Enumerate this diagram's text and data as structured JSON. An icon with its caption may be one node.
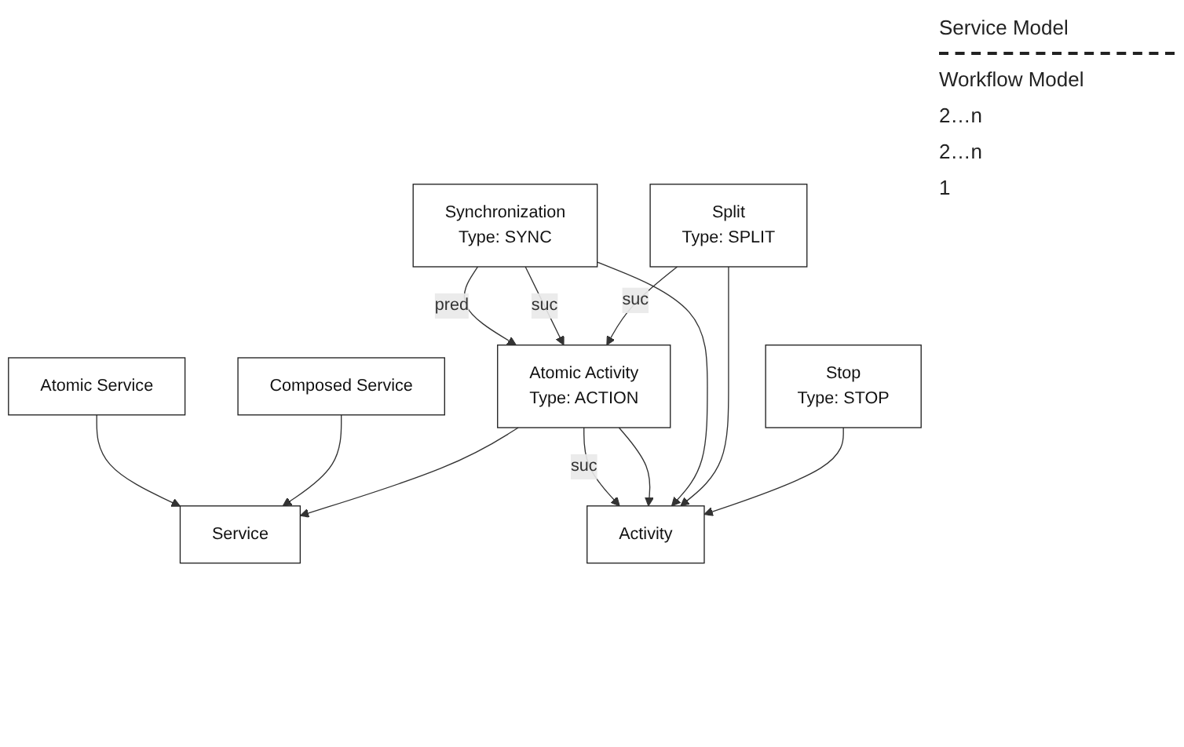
{
  "diagram": {
    "nodes": [
      {
        "text": [
          "Atomic Service"
        ]
      },
      {
        "text": [
          "Composed Service"
        ]
      },
      {
        "text": [
          "Service"
        ]
      },
      {
        "text": [
          "Atomic Activity",
          "Type: ACTION"
        ]
      },
      {
        "text": [
          "Split",
          "Type: SPLIT"
        ]
      },
      {
        "text": [
          "Synchronization",
          "Type: SYNC"
        ]
      },
      {
        "text": [
          "Activity"
        ]
      },
      {
        "text": [
          "Stop",
          "Type: STOP"
        ]
      }
    ],
    "edges": [
      {
        "from": 0,
        "to": 2,
        "arrow": "to"
      },
      {
        "from": 1,
        "to": 2,
        "arrow": "to"
      },
      {
        "from": 3,
        "to": 2,
        "arrow": "to"
      },
      {
        "from": 5,
        "to": 3,
        "arrow": "to",
        "label": "pred"
      },
      {
        "from": 5,
        "to": 3,
        "arrow": "to",
        "label": "suc"
      },
      {
        "from": 4,
        "to": 3,
        "arrow": "to",
        "label": "suc"
      },
      {
        "from": 3,
        "to": 6,
        "arrow": "to",
        "label": "suc"
      },
      {
        "from": 3,
        "to": 6,
        "arrow": "to"
      },
      {
        "from": 5,
        "to": 6,
        "arrow": "to"
      },
      {
        "from": 4,
        "to": 6,
        "arrow": "to"
      },
      {
        "from": 7,
        "to": 6,
        "arrow": "to"
      }
    ],
    "labels": [
      "Service Model",
      "Workflow Model",
      "2…n",
      "2…n",
      "1"
    ]
  }
}
